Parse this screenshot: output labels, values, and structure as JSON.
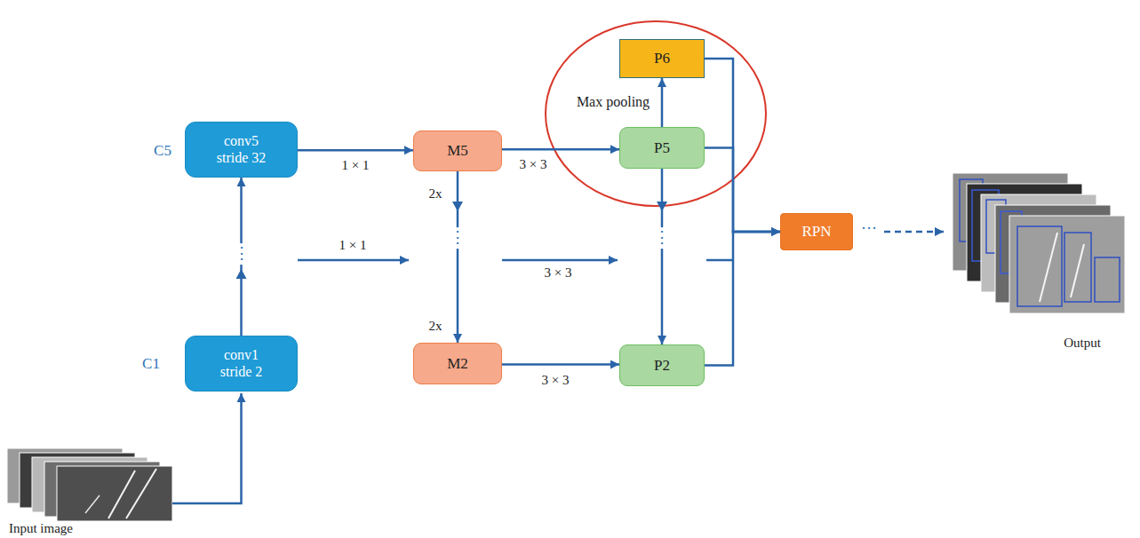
{
  "diagram": {
    "nodes": [
      {
        "text": [
          "conv5 stride 32"
        ]
      },
      {
        "text": [
          "conv1 stride 2"
        ]
      },
      {
        "text": [
          "M5"
        ]
      },
      {
        "text": [
          "M2"
        ]
      },
      {
        "text": [
          "P6"
        ]
      },
      {
        "text": [
          "P5"
        ]
      },
      {
        "text": [
          "P2"
        ]
      },
      {
        "text": [
          "RPN"
        ]
      }
    ],
    "edges": [
      {
        "from": 1,
        "to": 0,
        "arrow": "to"
      },
      {
        "from": 0,
        "to": 2,
        "label": "1 × 1",
        "arrow": "to"
      },
      {
        "from": 2,
        "to": 5,
        "label": "3 × 3",
        "arrow": "to"
      },
      {
        "from": 5,
        "to": 4,
        "label": "Max pooling",
        "arrow": "to"
      },
      {
        "from": 2,
        "to": 3,
        "arrow": "to"
      },
      {
        "from": 5,
        "to": 6,
        "arrow": "to"
      },
      {
        "from": 3,
        "to": 6,
        "label": "3 × 3",
        "arrow": "to"
      },
      {
        "from": 4,
        "to": 7,
        "arrow": "to"
      },
      {
        "from": 5,
        "to": 7,
        "arrow": "to"
      },
      {
        "from": 6,
        "to": 7,
        "arrow": "to"
      }
    ],
    "labels": [
      "C5",
      "C1",
      "⋮",
      "⋮",
      "⋮",
      "1 × 1",
      "3 × 3",
      "2x",
      "2x",
      "···",
      "Output",
      "Input image"
    ]
  }
}
